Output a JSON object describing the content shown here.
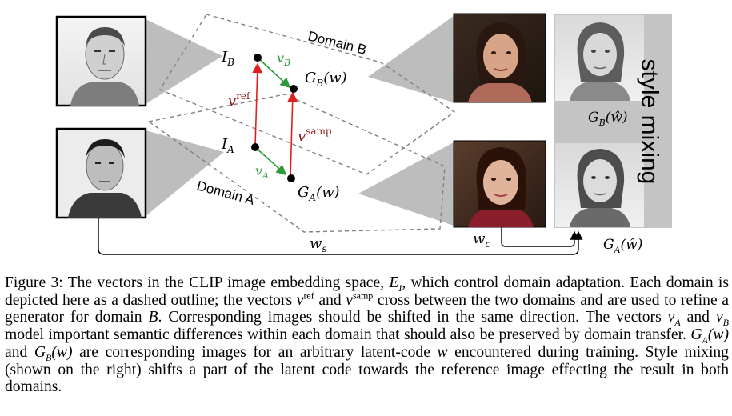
{
  "figure": {
    "domain_a_label": "Domain A",
    "domain_b_label": "Domain B",
    "point_ib": "I",
    "point_ib_sub": "B",
    "point_ia": "I",
    "point_ia_sub": "A",
    "point_gb": "G",
    "point_gb_sub": "B",
    "point_gb_arg": "(w)",
    "point_ga": "G",
    "point_ga_sub": "A",
    "point_ga_arg": "(w)",
    "vec_ref": "v",
    "vec_ref_sup": "ref",
    "vec_samp": "v",
    "vec_samp_sup": "samp",
    "vec_b": "v",
    "vec_b_sub": "B",
    "vec_a": "v",
    "vec_a_sub": "A",
    "style_mixing_label": "style mixing",
    "gb_hat": "G",
    "gb_hat_sub": "B",
    "gb_hat_arg": "(ŵ)",
    "ga_hat": "G",
    "ga_hat_sub": "A",
    "ga_hat_arg": "(ŵ)",
    "ws": "w",
    "ws_sub": "s",
    "wc": "w",
    "wc_sub": "c",
    "colors": {
      "ref_vector": "#e0201c",
      "domain_vector": "#2e9a3a",
      "ref_text": "#8b1a1a",
      "panel": "#c4c4c4"
    }
  },
  "caption": {
    "part1": "Figure 3: The vectors in the CLIP image embedding space, ",
    "ei": "E",
    "ei_sub": "I",
    "part2": ", which control domain adaptation. Each domain is depicted here as a dashed outline; the vectors ",
    "vref": "v",
    "vref_sup": "ref",
    "part3": " and ",
    "vsamp": "v",
    "vsamp_sup": "samp",
    "part4": " cross between the two domains and are used to refine a generator for domain ",
    "domain_b": "B",
    "part5": ". Corresponding images should be shifted in the same direction. The vectors ",
    "va": "v",
    "va_sub": "A",
    "part6": " and ",
    "vb": "v",
    "vb_sub": "B",
    "part7": " model important semantic differences within each domain that should also be preserved by domain transfer. ",
    "ga": "G",
    "ga_sub": "A",
    "ga_arg": "(w)",
    "part8": " and ",
    "gb": "G",
    "gb_sub": "B",
    "gb_arg": "(w)",
    "part9": " are corresponding images for an arbitrary latent-code ",
    "w": "w",
    "part10": " encountered during training. Style mixing (shown on the right) shifts a part of the latent code towards the reference image effecting the result in both domains."
  }
}
